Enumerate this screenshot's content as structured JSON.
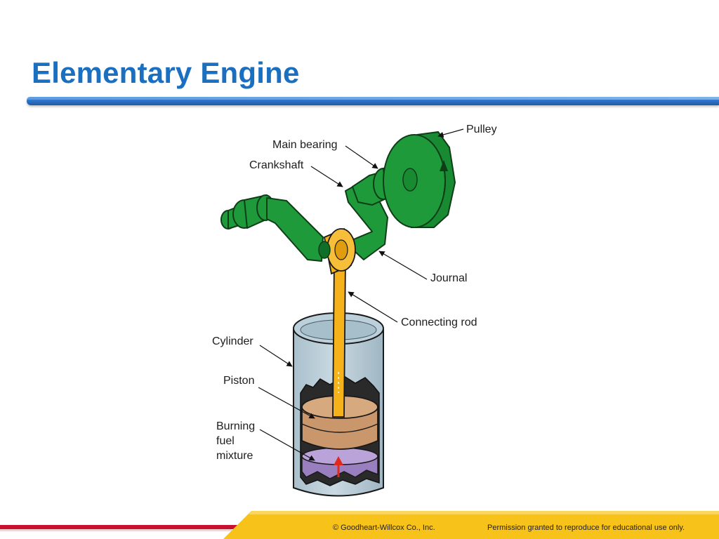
{
  "slide": {
    "title": "Elementary Engine"
  },
  "diagram": {
    "labels": {
      "pulley": "Pulley",
      "main_bearing": "Main bearing",
      "crankshaft": "Crankshaft",
      "journal": "Journal",
      "connecting_rod": "Connecting rod",
      "cylinder": "Cylinder",
      "piston": "Piston",
      "burning_fuel_line1": "Burning",
      "burning_fuel_line2": "fuel",
      "burning_fuel_line3": "mixture"
    },
    "colors": {
      "crankshaft": "#1e9a3a",
      "journal_and_rod": "#f5b21b",
      "piston": "#c9976b",
      "fuel_mixture": "#9a7fc0",
      "cylinder": "#b8cdd8",
      "arrow": "#e0281c"
    }
  },
  "footer": {
    "copyright": "© Goodheart-Willcox Co., Inc.",
    "permission": "Permission granted to reproduce for educational use only.",
    "colors": {
      "red_stripe": "#c8102e",
      "gold": "#f7c21a"
    }
  }
}
